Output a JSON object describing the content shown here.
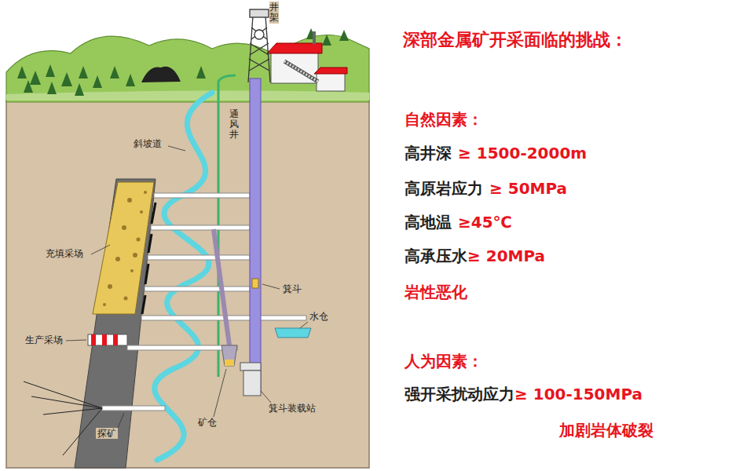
{
  "diagram": {
    "title": "深部金属矿开采面临的挑战：",
    "labels": [
      "井架",
      "斜坡道",
      "通风井",
      "箕斗",
      "水仓",
      "充填采场",
      "生产采场",
      "探矿",
      "矿仓",
      "箕斗装载站",
      "自然因素：",
      "高井深",
      "≥ 1500-2000m",
      "高原岩应力",
      "≥ 50MPa",
      "高地温",
      "≥45℃",
      "高承压水",
      "≥ 20MPa",
      "岩性恶化",
      "人为因素：",
      "强开采扰动应力",
      "≥ 100-150MPa",
      "加剧岩体破裂"
    ]
  }
}
